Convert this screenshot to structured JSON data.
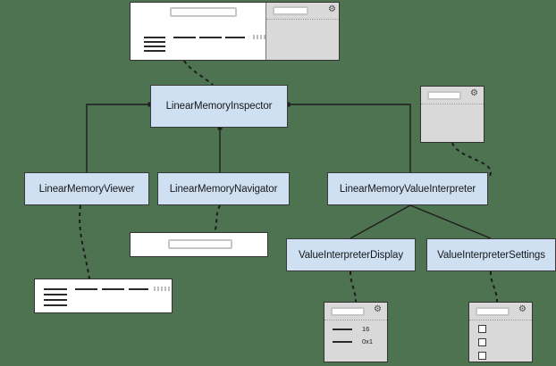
{
  "diagram": {
    "title": "Linear Memory Inspector component architecture",
    "background_color": "#4d7350",
    "node_fill": "#cfe0f2",
    "node_border": "#3a3a3a",
    "nodes": [
      {
        "id": "inspector",
        "label": "LinearMemoryInspector"
      },
      {
        "id": "viewer",
        "label": "LinearMemoryViewer"
      },
      {
        "id": "navigator",
        "label": "LinearMemoryNavigator"
      },
      {
        "id": "value-interpreter",
        "label": "LinearMemoryValueInterpreter"
      },
      {
        "id": "interpreter-display",
        "label": "ValueInterpreterDisplay"
      },
      {
        "id": "interpreter-settings",
        "label": "ValueInterpreterSettings"
      }
    ],
    "edges": [
      {
        "from": "inspector",
        "to": "viewer",
        "style": "orthogonal"
      },
      {
        "from": "inspector",
        "to": "navigator",
        "style": "orthogonal"
      },
      {
        "from": "inspector",
        "to": "value-interpreter",
        "style": "orthogonal"
      },
      {
        "from": "value-interpreter",
        "to": "interpreter-display",
        "style": "diagonal"
      },
      {
        "from": "value-interpreter",
        "to": "interpreter-settings",
        "style": "diagonal"
      },
      {
        "from": "screenshot-inspector",
        "to": "inspector",
        "style": "dashed-curve"
      },
      {
        "from": "screenshot-interpreter",
        "to": "value-interpreter",
        "style": "dashed-curve"
      },
      {
        "from": "screenshot-viewer",
        "to": "viewer",
        "style": "dashed-curve"
      },
      {
        "from": "screenshot-navigator",
        "to": "navigator",
        "style": "dashed-curve"
      },
      {
        "from": "screenshot-display",
        "to": "interpreter-display",
        "style": "dashed-curve"
      },
      {
        "from": "screenshot-settings",
        "to": "interpreter-settings",
        "style": "dashed-curve"
      }
    ],
    "screenshots": {
      "inspector": {
        "name": "linear-memory-inspector-screenshot",
        "has_gear_icon": true,
        "gear_glyph": "⚙",
        "byte_rows": 4
      },
      "interpreter": {
        "name": "value-interpreter-panel-screenshot",
        "has_gear_icon": true,
        "gear_glyph": "⚙"
      },
      "viewer": {
        "name": "linear-memory-viewer-screenshot",
        "address_rows": 4
      },
      "navigator": {
        "name": "linear-memory-navigator-screenshot",
        "has_address_input": true
      },
      "display": {
        "name": "value-interpreter-display-screenshot",
        "has_gear_icon": true,
        "gear_glyph": "⚙",
        "values": [
          "16",
          "0x1"
        ]
      },
      "settings": {
        "name": "value-interpreter-settings-screenshot",
        "has_gear_icon": true,
        "gear_glyph": "⚙",
        "checkbox_count": 3
      }
    }
  }
}
